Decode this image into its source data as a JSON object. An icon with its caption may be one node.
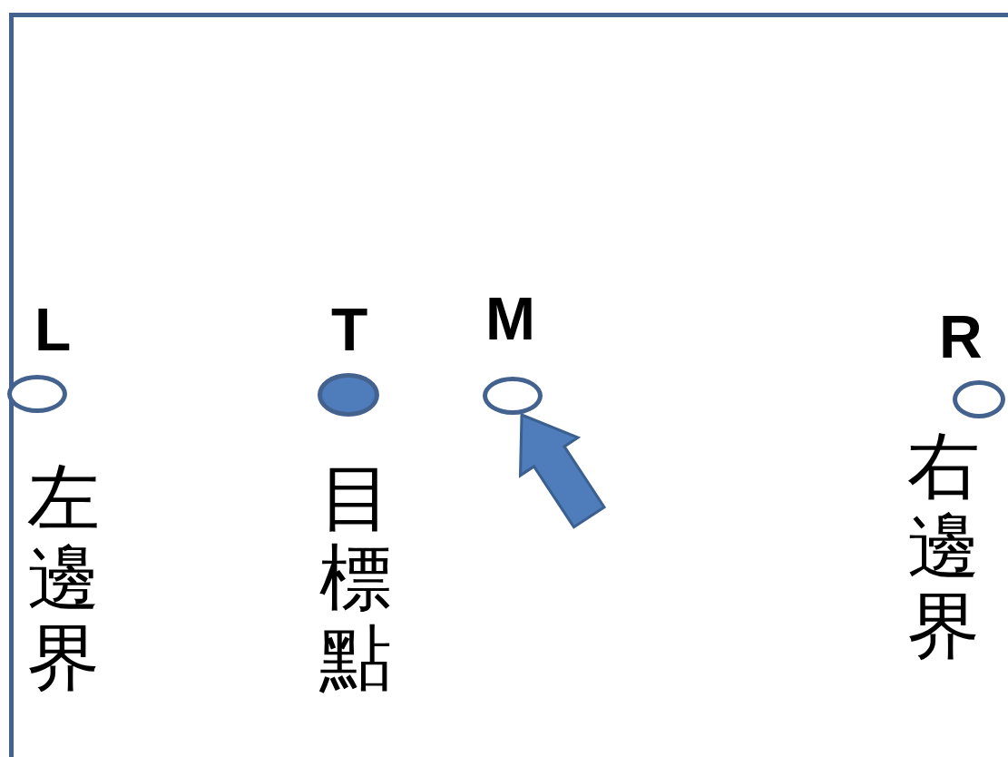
{
  "diagram": {
    "nodes": [
      {
        "text": [],
        "shape": "circle",
        "beside": [
          "L",
          "左邊界"
        ]
      },
      {
        "text": [],
        "shape": "circle",
        "beside": [
          "T",
          "目標點"
        ]
      },
      {
        "text": [],
        "shape": "circle",
        "beside": [
          "M"
        ]
      },
      {
        "text": [],
        "shape": "circle",
        "beside": [
          "R",
          "右邊界"
        ]
      }
    ],
    "edges": [
      {
        "from": null,
        "to": 2,
        "arrow": "to"
      }
    ]
  }
}
